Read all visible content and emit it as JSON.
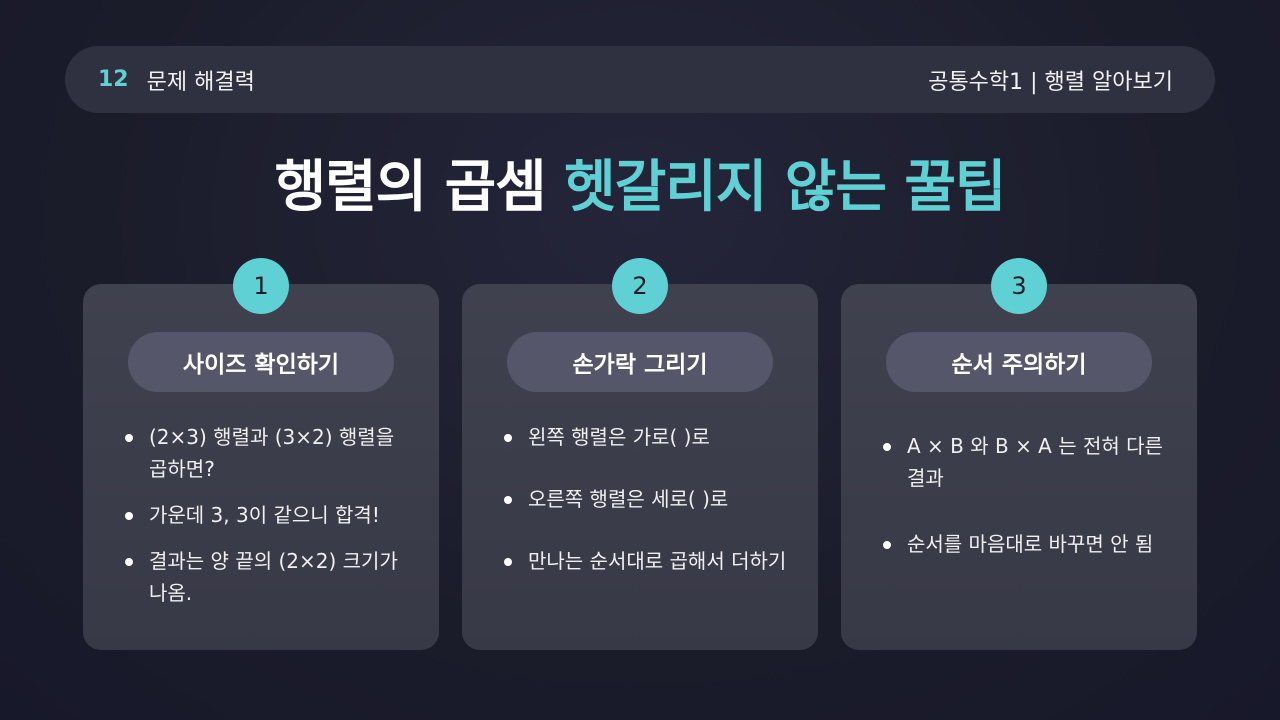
{
  "header": {
    "page_number": "12",
    "section": "문제 해결력",
    "course": "공통수학1 | 행렬 알아보기"
  },
  "title": {
    "main": "행렬의 곱셈",
    "accent": "헷갈리지 않는 꿀팁"
  },
  "accent_color": "#5fd0d4",
  "cards": [
    {
      "number": "1",
      "heading": "사이즈 확인하기",
      "points": [
        "(2×3) 행렬과 (3×2) 행렬을 곱하면?",
        "가운데 3, 3이 같으니 합격!",
        "결과는 양 끝의 (2×2) 크기가 나옴."
      ]
    },
    {
      "number": "2",
      "heading": "손가락 그리기",
      "points": [
        "왼쪽 행렬은 가로( )로",
        "오른쪽 행렬은 세로( )로",
        "만나는 순서대로 곱해서 더하기"
      ]
    },
    {
      "number": "3",
      "heading": "순서 주의하기",
      "points": [
        "A × B 와 B × A 는 전혀 다른 결과",
        "순서를 마음대로 바꾸면 안 됨"
      ]
    }
  ]
}
